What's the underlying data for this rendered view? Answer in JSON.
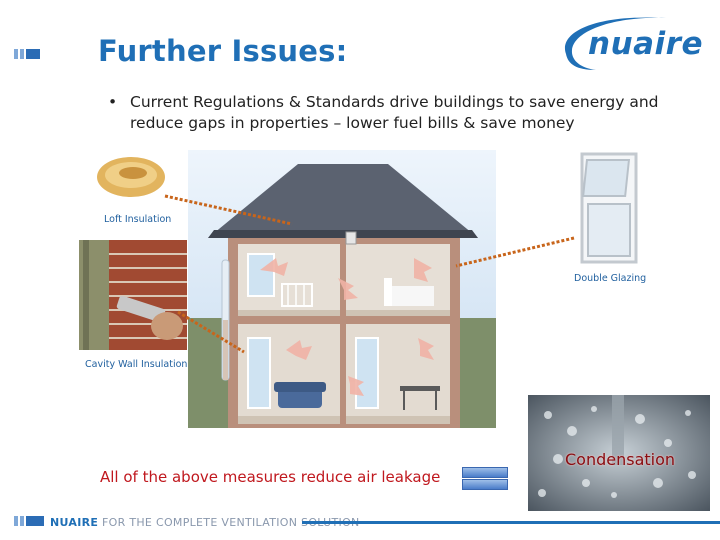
{
  "slide": {
    "title": "Further Issues:",
    "bullet": "Current Regulations & Standards drive buildings to save energy and reduce gaps in properties – lower fuel bills & save money",
    "bullet_symbol": "•",
    "summary": "All of the above measures reduce air leakage"
  },
  "logo": {
    "text": "nuaire",
    "color": "#1f6fb6"
  },
  "images": {
    "loft_caption": "Loft Insulation",
    "cavity_caption": "Cavity Wall Insulation",
    "glazing_caption": "Double Glazing",
    "condensation_caption": "Condensation"
  },
  "footer": {
    "brand": "NUAIRE",
    "tagline": "FOR THE COMPLETE VENTILATION SOLUTION"
  },
  "colors": {
    "accent": "#1f6fb6",
    "warning": "#c0181e",
    "connector": "#c8651b"
  }
}
